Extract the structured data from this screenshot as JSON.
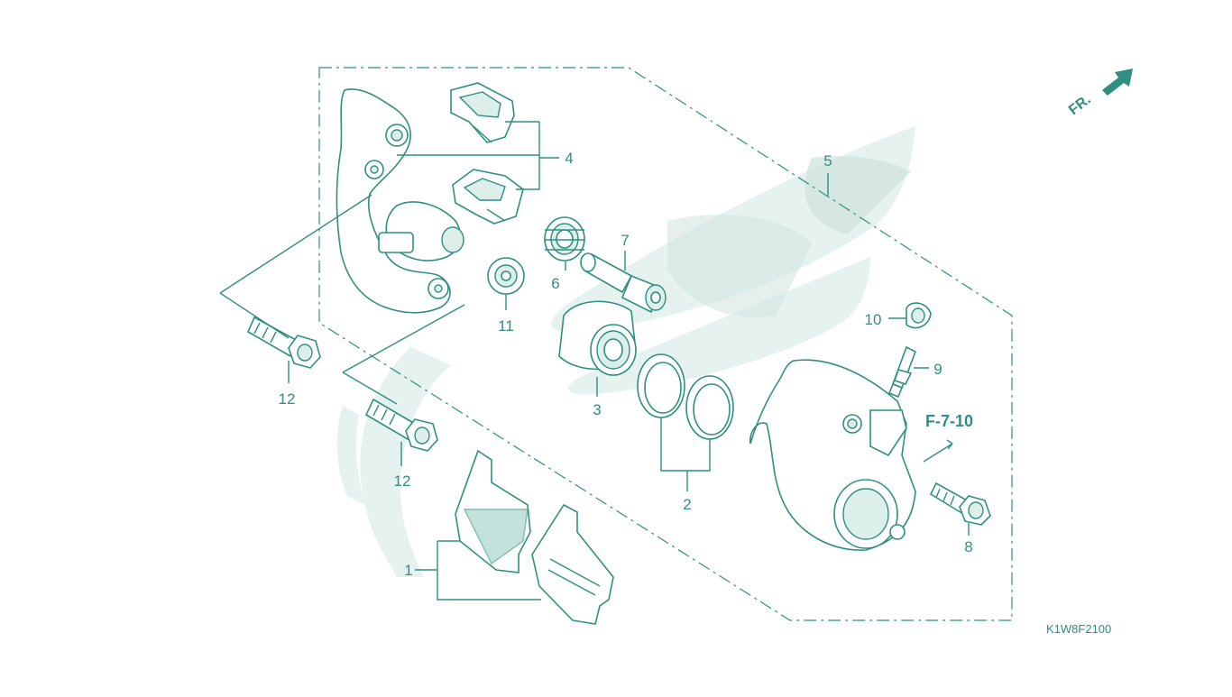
{
  "diagram": {
    "accent_color": "#2f8f80",
    "watermark_color": "#e6f2ef",
    "direction_label": "FR.",
    "reference_label": "F-7-10",
    "figure_code": "K1W8F2100",
    "callouts": {
      "c1": "1",
      "c2": "2",
      "c3": "3",
      "c4": "4",
      "c5": "5",
      "c6": "6",
      "c7": "7",
      "c8": "8",
      "c9": "9",
      "c10": "10",
      "c11": "11",
      "c12a": "12",
      "c12b": "12"
    }
  }
}
